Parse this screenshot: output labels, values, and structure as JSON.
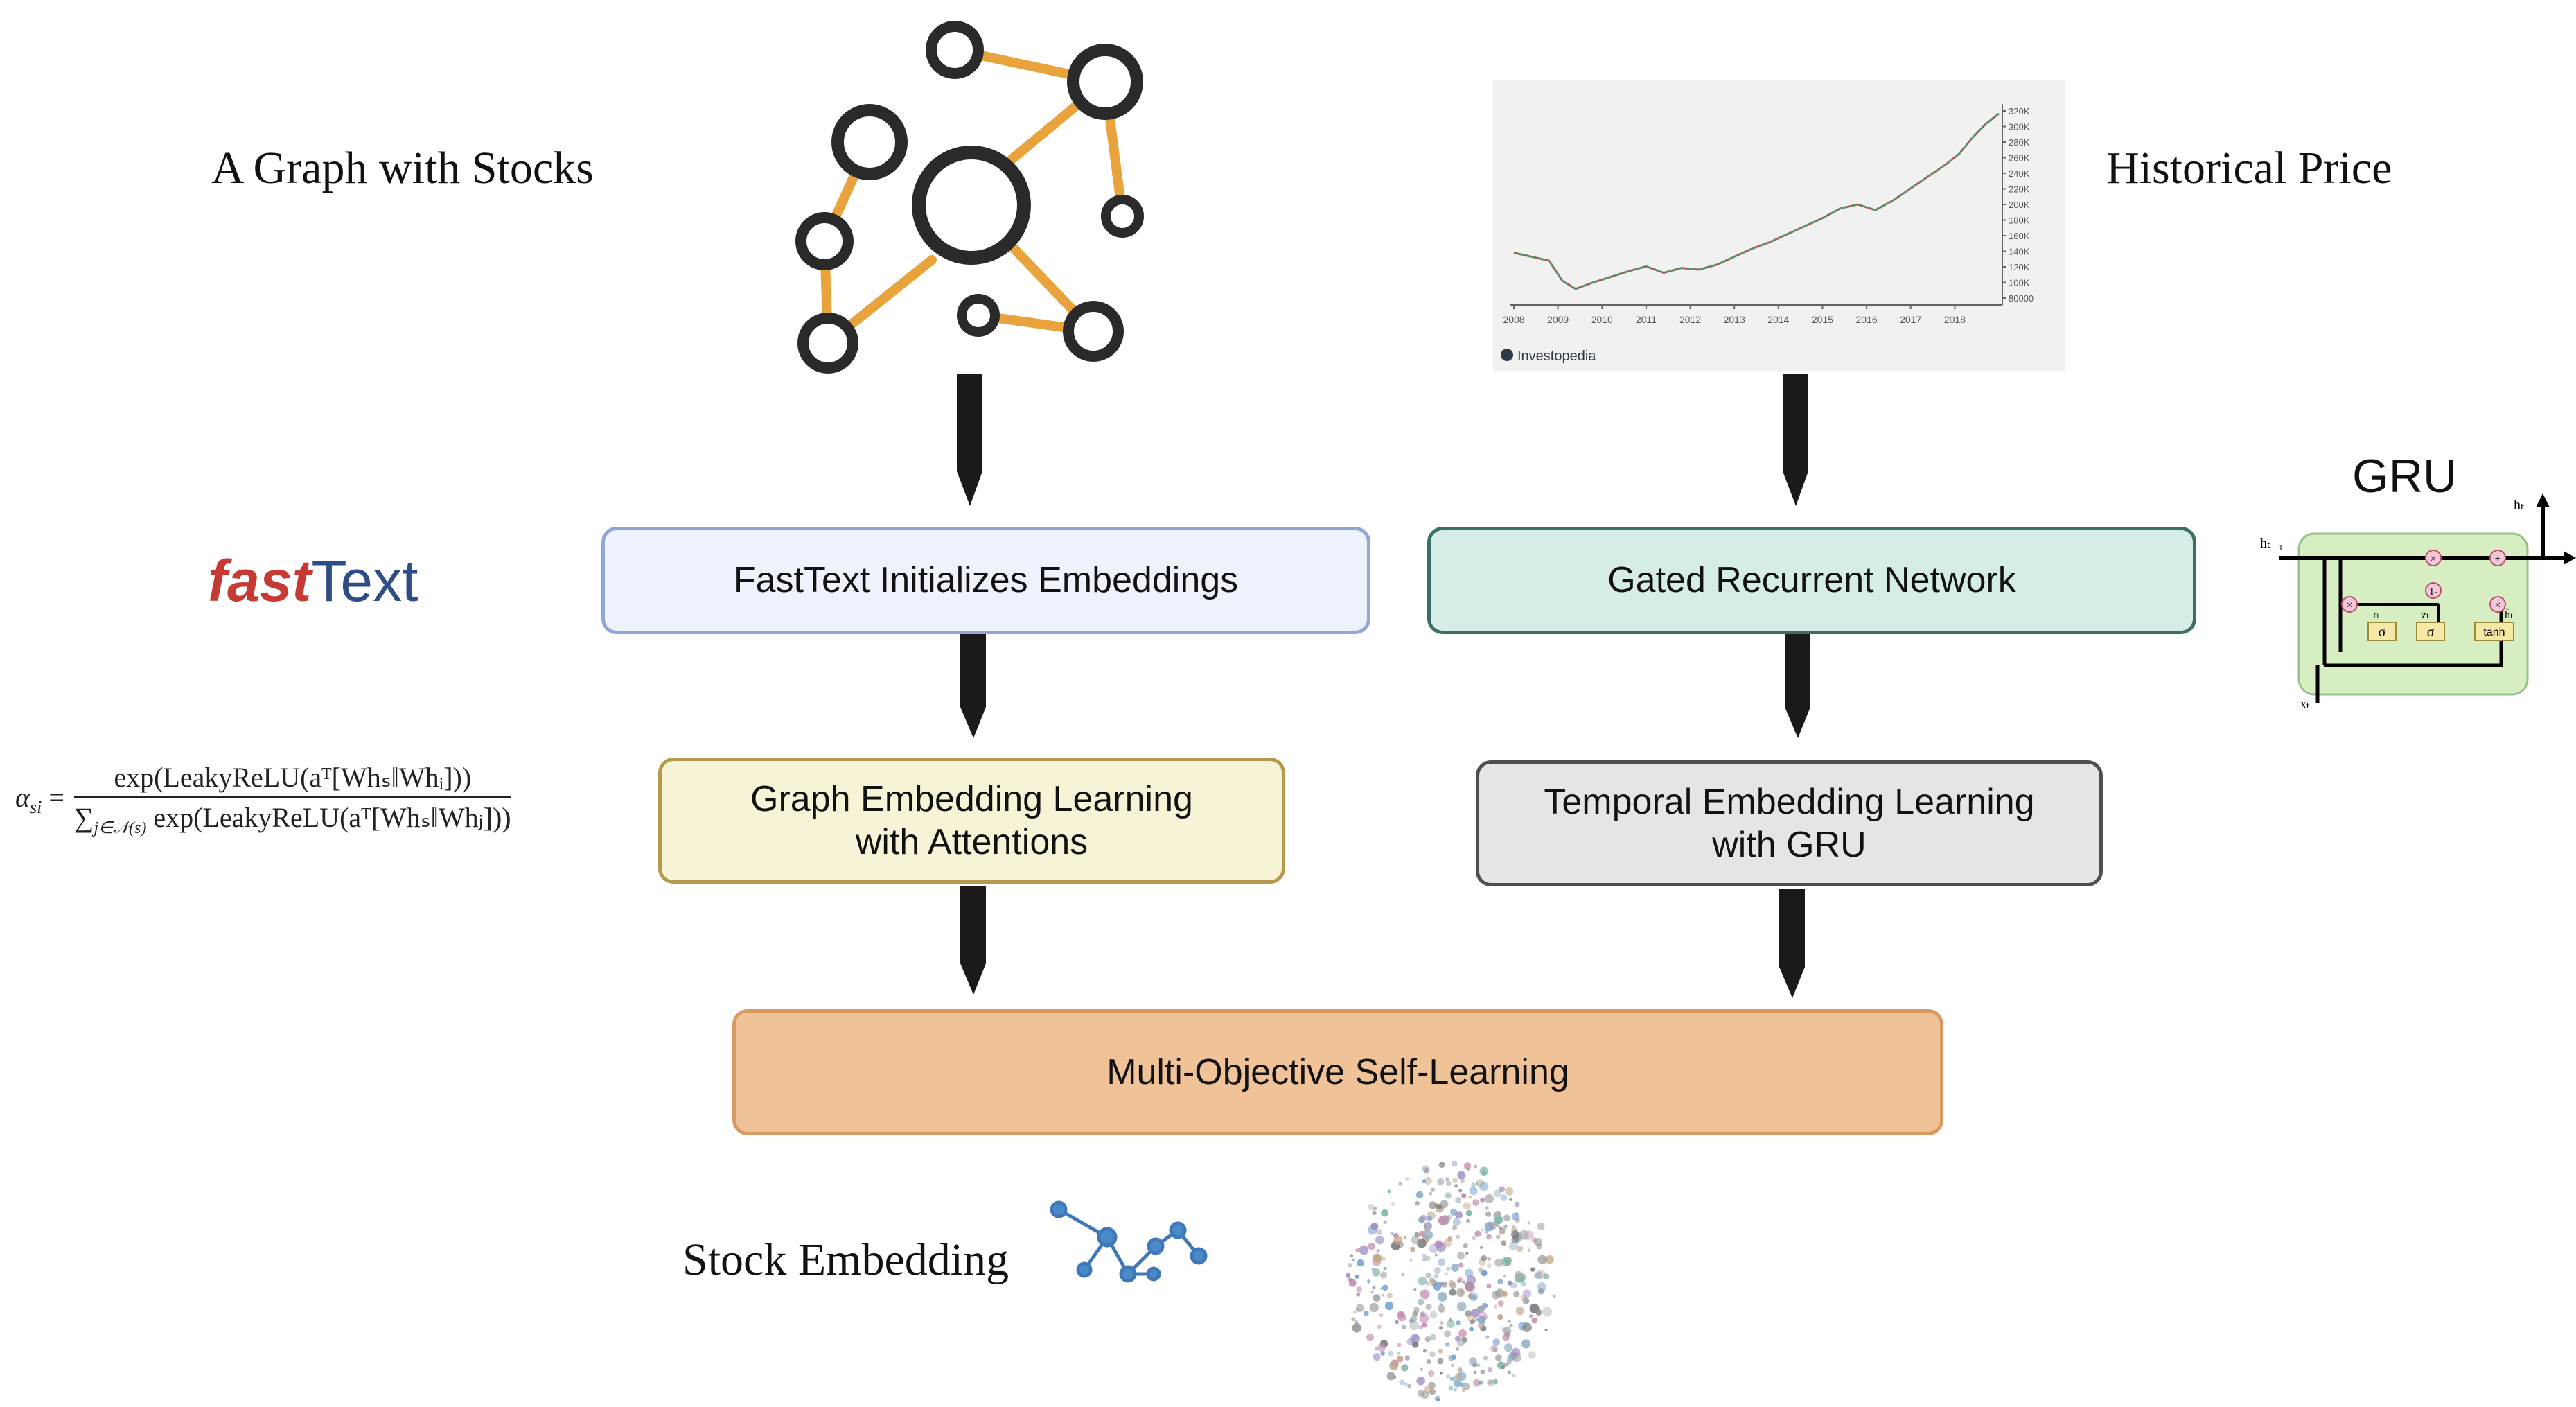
{
  "labels": {
    "graph": "A Graph with Stocks",
    "price": "Historical Price",
    "gru": "GRU",
    "embedding": "Stock Embedding"
  },
  "fasttext_logo": {
    "part1": "fast",
    "part2": "Text"
  },
  "boxes": {
    "fasttext": "FastText Initializes Embeddings",
    "gated": "Gated Recurrent Network",
    "graph_learning": "Graph Embedding Learning with Attentions",
    "temporal": "Temporal Embedding Learning with GRU",
    "multi": "Multi-Objective Self-Learning"
  },
  "colors": {
    "fasttext_fill": "#EEF3FB",
    "fasttext_border": "#8FA6D6",
    "gated_fill": "#D6ECE8",
    "gated_border": "#3B6F66",
    "graph_fill": "#F6F3D6",
    "graph_border": "#B59A4E",
    "temporal_fill": "#E5E5E5",
    "temporal_border": "#4E4E4E",
    "multi_fill": "#F0C298",
    "multi_border": "#D99A62",
    "edge": "#E8A33C"
  },
  "formula": {
    "lhs": "α",
    "lhs_sub": "si",
    "numerator": "exp(LeakyReLU(aᵀ[Whₛ‖Whᵢ]))",
    "denominator_sum": "∑",
    "denominator_sum_sub": "j∈𝒩(s)",
    "denominator": "exp(LeakyReLU(aᵀ[Whₛ‖Whⱼ]))"
  },
  "chart_data": {
    "type": "line",
    "x_ticks": [
      "2008",
      "2009",
      "2010",
      "2011",
      "2012",
      "2013",
      "2014",
      "2015",
      "2016",
      "2017",
      "2018"
    ],
    "y_ticks": [
      "320K",
      "300K",
      "280K",
      "260K",
      "240K",
      "220K",
      "200K",
      "180K",
      "160K",
      "140K",
      "120K",
      "100K",
      "80000"
    ],
    "ylim": [
      80000,
      330000
    ],
    "source_label": "Investopedia",
    "x": [
      2008.0,
      2008.4,
      2008.8,
      2009.1,
      2009.4,
      2009.8,
      2010.2,
      2010.6,
      2011.0,
      2011.4,
      2011.8,
      2012.2,
      2012.6,
      2013.0,
      2013.4,
      2013.8,
      2014.2,
      2014.6,
      2015.0,
      2015.4,
      2015.8,
      2016.2,
      2016.6,
      2017.0,
      2017.4,
      2017.8,
      2018.1,
      2018.4,
      2018.7,
      2019.0
    ],
    "y": [
      145000,
      140000,
      135000,
      110000,
      100000,
      108000,
      115000,
      122000,
      128000,
      120000,
      126000,
      124000,
      130000,
      140000,
      150000,
      158000,
      168000,
      178000,
      188000,
      200000,
      205000,
      198000,
      210000,
      225000,
      240000,
      255000,
      268000,
      288000,
      305000,
      318000
    ]
  },
  "gru_diagram": {
    "h_prev": "hₜ₋₁",
    "h_t": "hₜ",
    "x_t": "xₜ",
    "r_t": "rₜ",
    "z_t": "zₜ",
    "h_tilde": "h̃ₜ",
    "sigma": "σ",
    "tanh": "tanh",
    "times": "×",
    "plus": "+",
    "one_minus": "1-"
  }
}
